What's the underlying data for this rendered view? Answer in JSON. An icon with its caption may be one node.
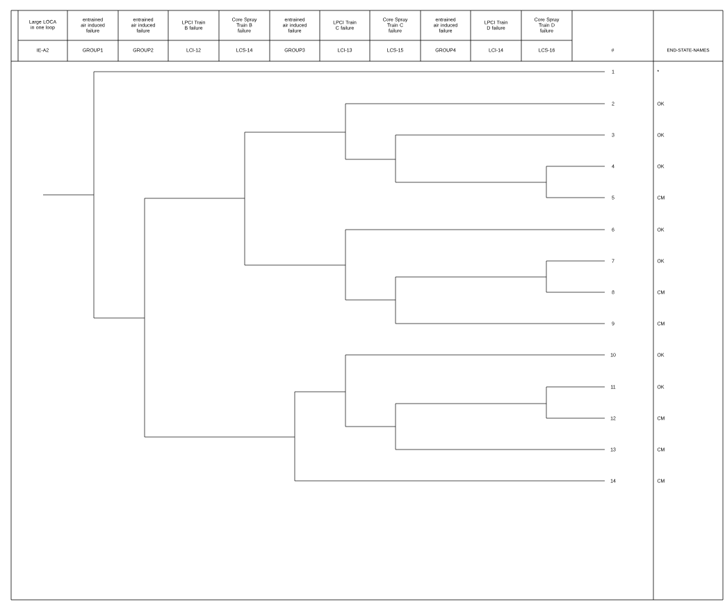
{
  "diagram": {
    "labels": [
      "Large LOCA in one loop",
      "entrained air induced failure",
      "entrained air induced failure",
      "LPCI Train B failure",
      "Core Spray Train B failure",
      "entrained air induced failure",
      "LPCI Train C failure",
      "Core Spray Train C failure",
      "entrained air induced failure",
      "LPCI Train D failure",
      "Core Spray Train D failure",
      "IE-A2",
      "GROUP1",
      "GROUP2",
      "LCI-12",
      "LCS-14",
      "GROUP3",
      "LCI-13",
      "LCS-15",
      "GROUP4",
      "LCI-14",
      "LCS-16",
      "#",
      "END-STATE-NAMES",
      "1",
      "*",
      "2",
      "OK",
      "3",
      "OK",
      "4",
      "OK",
      "5",
      "CM",
      "6",
      "OK",
      "7",
      "OK",
      "8",
      "CM",
      "9",
      "CM",
      "10",
      "OK",
      "11",
      "OK",
      "12",
      "CM",
      "13",
      "CM",
      "14",
      "CM"
    ]
  }
}
